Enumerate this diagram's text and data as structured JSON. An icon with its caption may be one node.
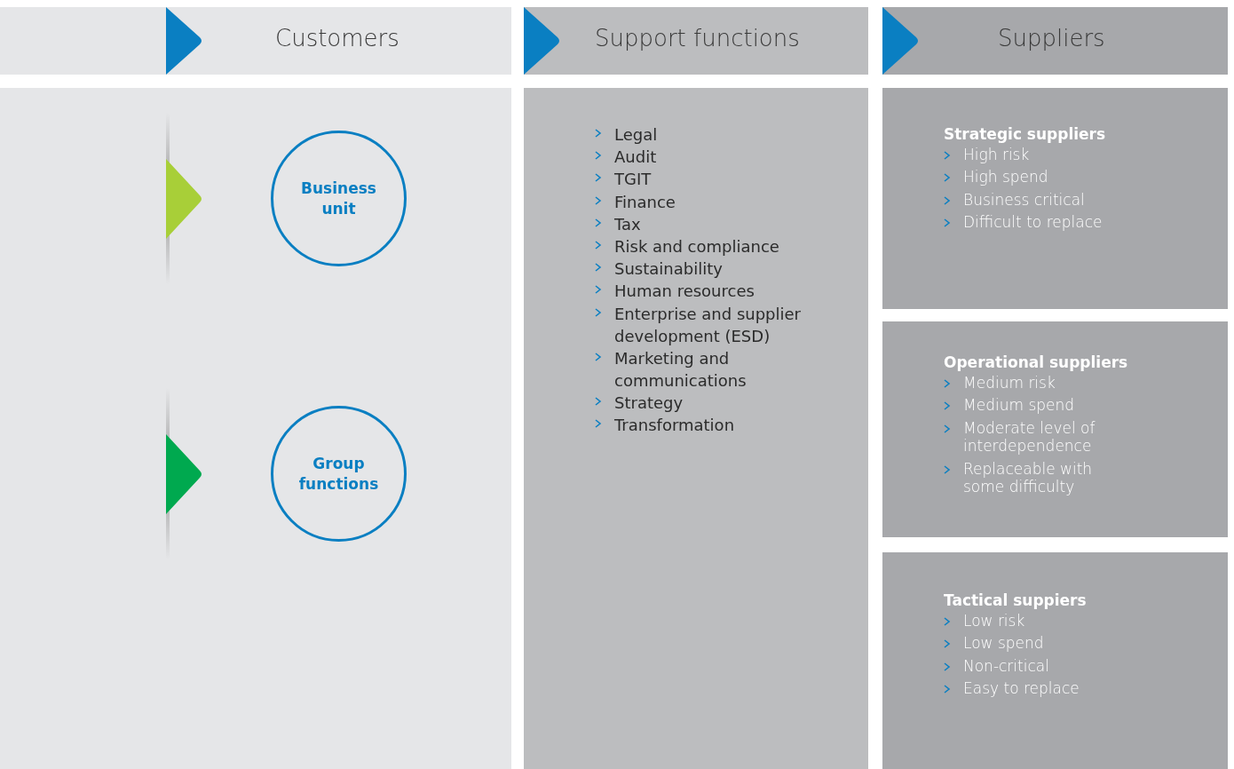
{
  "diagram": {
    "nodes": [
      {
        "text": [
          "Customers"
        ]
      },
      {
        "text": [
          "Support functions"
        ]
      },
      {
        "text": [
          "Suppliers"
        ]
      },
      {
        "text": [],
        "shape": "box"
      },
      {
        "text": [
          "Business unit"
        ],
        "in": 3
      },
      {
        "text": [
          "Group functions"
        ],
        "in": 3
      },
      {
        "text": [
          "Legal",
          "Audit",
          "TGIT",
          "Finance",
          "Tax",
          "Risk and compliance",
          "Sustainability",
          "Human resources",
          "Enterprise and supplier development (ESD)",
          "Marketing and communications",
          "Strategy",
          "Transformation"
        ]
      },
      {
        "text": [
          "Strategic suppliers",
          "High risk",
          "High spend",
          "Business critical",
          "Difficult to replace"
        ]
      },
      {
        "text": [
          "Operational suppliers",
          "Medium risk",
          "Medium spend",
          "Moderate level of interdependence",
          "Replaceable with some difficulty"
        ]
      },
      {
        "text": [
          "Tactical suppiers",
          "Low risk",
          "Low spend",
          "Non-critical",
          "Easy to replace"
        ]
      }
    ],
    "edges": []
  }
}
